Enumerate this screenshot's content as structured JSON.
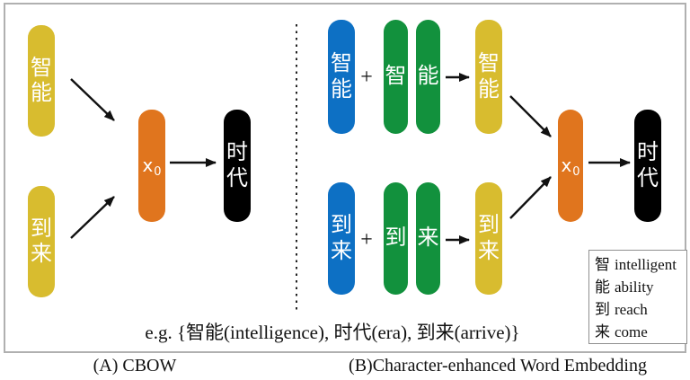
{
  "colors": {
    "context_yellow": "#D8BC2F",
    "word_blue": "#0D70C4",
    "char_green": "#12913D",
    "hidden_orange": "#E0751E",
    "output_black": "#000000",
    "border_gray": "#b0b0b0",
    "arrow_black": "#111111"
  },
  "panel_a": {
    "label": "(A) CBOW",
    "context_words": [
      "智能",
      "到来"
    ],
    "hidden": {
      "base": "x",
      "sub": "0"
    },
    "output": "时代"
  },
  "panel_b": {
    "label": "(B)Character-enhanced Word Embedding",
    "plus": "+",
    "rows": [
      {
        "word": "智能",
        "chars": [
          "智",
          "能"
        ],
        "combined": "智能"
      },
      {
        "word": "到来",
        "chars": [
          "到",
          "来"
        ],
        "combined": "到来"
      }
    ],
    "hidden": {
      "base": "x",
      "sub": "0"
    },
    "output": "时代"
  },
  "caption": "e.g. {智能(intelligence), 时代(era), 到来(arrive)}",
  "legend": {
    "items": [
      {
        "zh": "智",
        "en": "intelligent"
      },
      {
        "zh": "能",
        "en": "ability"
      },
      {
        "zh": "到",
        "en": "reach"
      },
      {
        "zh": "来",
        "en": "come"
      }
    ]
  }
}
